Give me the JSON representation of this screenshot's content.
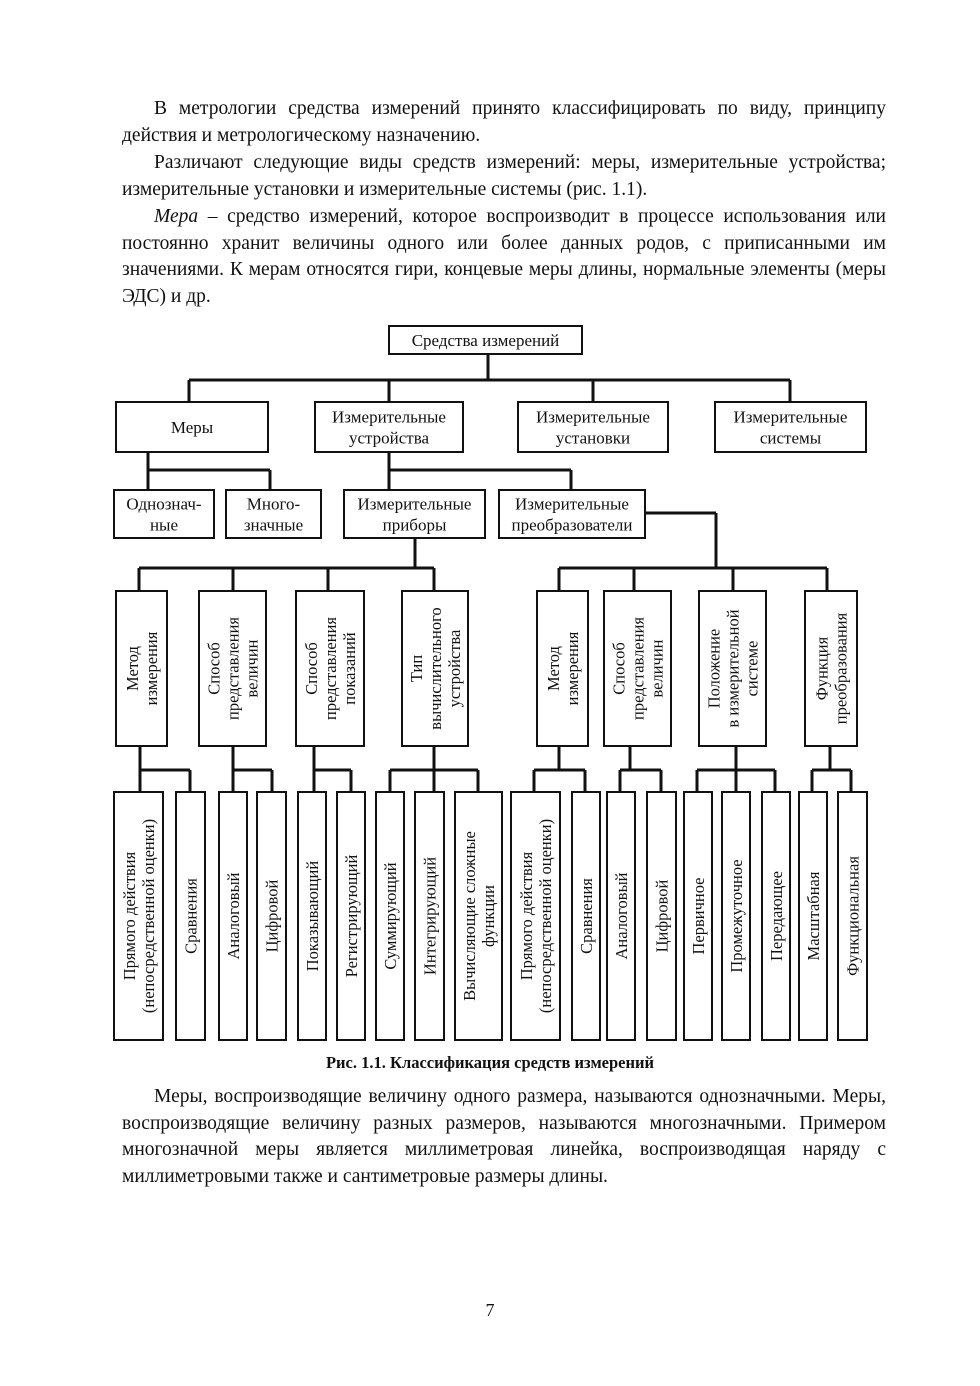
{
  "paragraphs": [
    {
      "text": "В метрологии средства измерений принято классифицировать по виду, принципу действия и метрологическому назначению."
    },
    {
      "text": "Различают следующие виды средств измерений: меры, измерительные устройства; измерительные установки и измерительные системы (рис. 1.1)."
    },
    {
      "em": "Мера",
      "text": " – средство измерений, которое воспроизводит в процессе использования или постоянно хранит величины одного или более данных родов, с приписанными им значениями. К мерам относятся гири, концевые меры длины, нормальные элементы (меры ЭДС) и др."
    },
    {
      "text": "Меры, воспроизводящие величину одного размера, называются однозначными. Меры, воспроизводящие величину разных размеров, называются многозначными. Примером многозначной меры является миллиметровая линейка, воспроизводящая наряду с миллиметровыми также и сантиметровые размеры длины."
    }
  ],
  "diagram": {
    "root": "Средства измерений",
    "level1": {
      "measures": "Меры",
      "devices": [
        "Измерительные",
        "устройства"
      ],
      "installations": [
        "Измерительные",
        "установки"
      ],
      "systems": [
        "Измерительные",
        "системы"
      ]
    },
    "level2": {
      "single": [
        "Однознач-",
        "ные"
      ],
      "multi": [
        "Много-",
        "значные"
      ],
      "instruments": [
        "Измерительные",
        "приборы"
      ],
      "transducers": [
        "Измерительные",
        "преобразователи"
      ]
    },
    "criteria": {
      "instr_method": [
        "Метод",
        "измерения"
      ],
      "instr_repr": [
        "Способ",
        "представления",
        "величин"
      ],
      "instr_display": [
        "Способ",
        "представления",
        "показаний"
      ],
      "instr_compute": [
        "Тип",
        "вычислительного",
        "устройства"
      ],
      "tr_method": [
        "Метод",
        "измерения"
      ],
      "tr_repr": [
        "Способ",
        "представления",
        "величин"
      ],
      "tr_position": [
        "Положение",
        "в измерительной",
        "системе"
      ],
      "tr_function": [
        "Функция",
        "преобразования"
      ]
    },
    "leaves": {
      "i_direct": [
        "Прямого действия",
        "(непосредственной оценки)"
      ],
      "i_compare": [
        "Сравнения"
      ],
      "i_analog": [
        "Аналоговый"
      ],
      "i_digital": [
        "Цифровой"
      ],
      "i_indicating": [
        "Показывающий"
      ],
      "i_recording": [
        "Регистрирующий"
      ],
      "i_summing": [
        "Суммирующий"
      ],
      "i_integrating": [
        "Интегрирующий"
      ],
      "i_complex": [
        "Вычисляющие сложные",
        "функции"
      ],
      "t_direct": [
        "Прямого действия",
        "(непосредственной оценки)"
      ],
      "t_compare": [
        "Сравнения"
      ],
      "t_analog": [
        "Аналоговый"
      ],
      "t_digital": [
        "Цифровой"
      ],
      "t_primary": [
        "Первичное"
      ],
      "t_intermediate": [
        "Промежуточное"
      ],
      "t_transmitting": [
        "Передающее"
      ],
      "t_scale": [
        "Масштабная"
      ],
      "t_functional": [
        "Функциональная"
      ]
    }
  },
  "caption": "Рис. 1.1. Классификация средств измерений",
  "page_number": "7"
}
